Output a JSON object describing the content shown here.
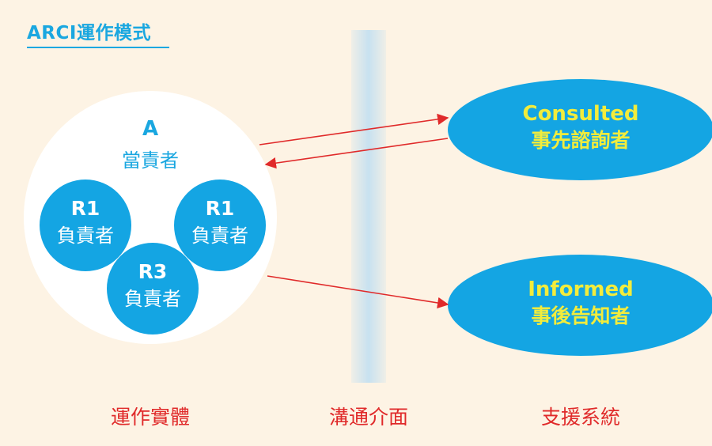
{
  "title": "ARCI運作模式",
  "accountable": {
    "code": "A",
    "role": "當責者"
  },
  "responsible": [
    {
      "code": "R1",
      "role": "負責者"
    },
    {
      "code": "R1",
      "role": "負責者"
    },
    {
      "code": "R3",
      "role": "負責者"
    }
  ],
  "consulted": {
    "en": "Consulted",
    "zh": "事先諮詢者"
  },
  "informed": {
    "en": "Informed",
    "zh": "事後告知者"
  },
  "bottom_labels": {
    "left": "運作實體",
    "middle": "溝通介面",
    "right": "支援系統"
  },
  "colors": {
    "primary": "#14a5e3",
    "arrow": "#e02a2a",
    "highlight": "#f2ec3c",
    "background": "#fdf3e4"
  }
}
